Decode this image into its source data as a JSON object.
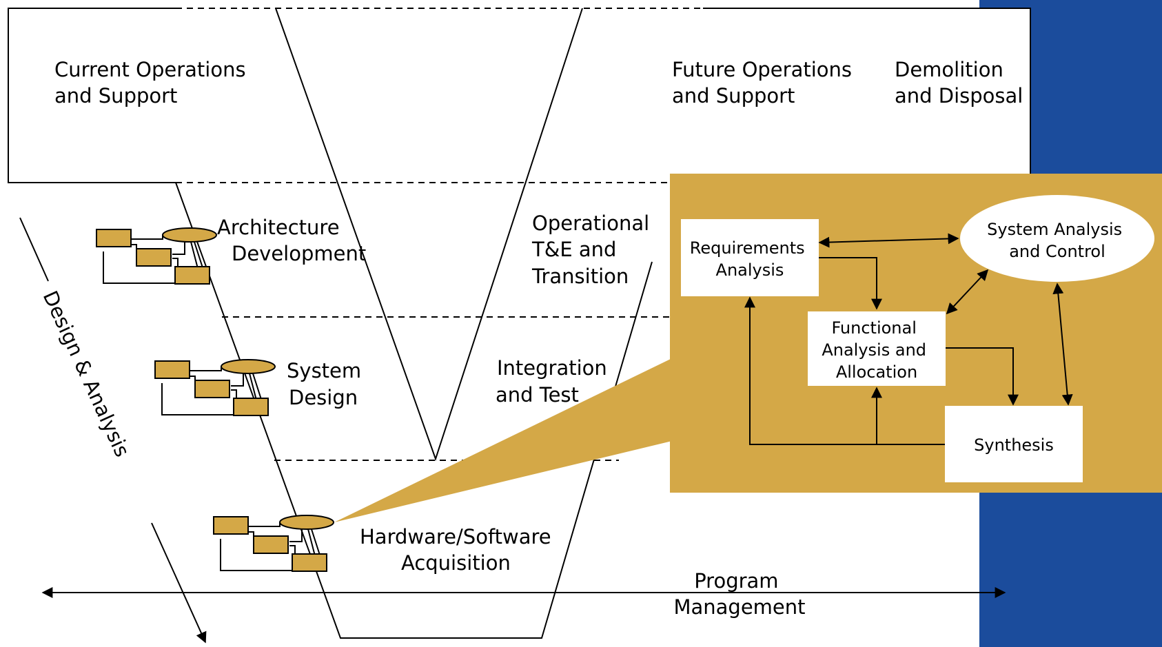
{
  "colors": {
    "accent_gold": "#D4A847",
    "side_blue": "#1B4C9C",
    "line": "#000000",
    "box_fill": "#ffffff"
  },
  "vee": {
    "current_ops": [
      "Current Operations",
      "and Support"
    ],
    "future_ops": [
      "Future Operations",
      "and Support"
    ],
    "demolition": [
      "Demolition",
      "and Disposal"
    ],
    "architecture": [
      "Architecture",
      "Development"
    ],
    "system_design": [
      "System",
      "Design"
    ],
    "hw_sw": [
      "Hardware/Software",
      "Acquisition"
    ],
    "operational": [
      "Operational",
      "T&E and",
      "Transition"
    ],
    "integration": [
      "Integration",
      "and Test"
    ]
  },
  "side_axis": {
    "label": "Design & Analysis"
  },
  "program_management": [
    "Program",
    "Management"
  ],
  "process": {
    "requirements": [
      "Requirements",
      "Analysis"
    ],
    "functional": [
      "Functional",
      "Analysis and",
      "Allocation"
    ],
    "synthesis": [
      "Synthesis"
    ],
    "control": [
      "System Analysis",
      "and Control"
    ]
  },
  "icons": [
    "block-diagram-icon",
    "block-diagram-icon",
    "block-diagram-icon"
  ]
}
